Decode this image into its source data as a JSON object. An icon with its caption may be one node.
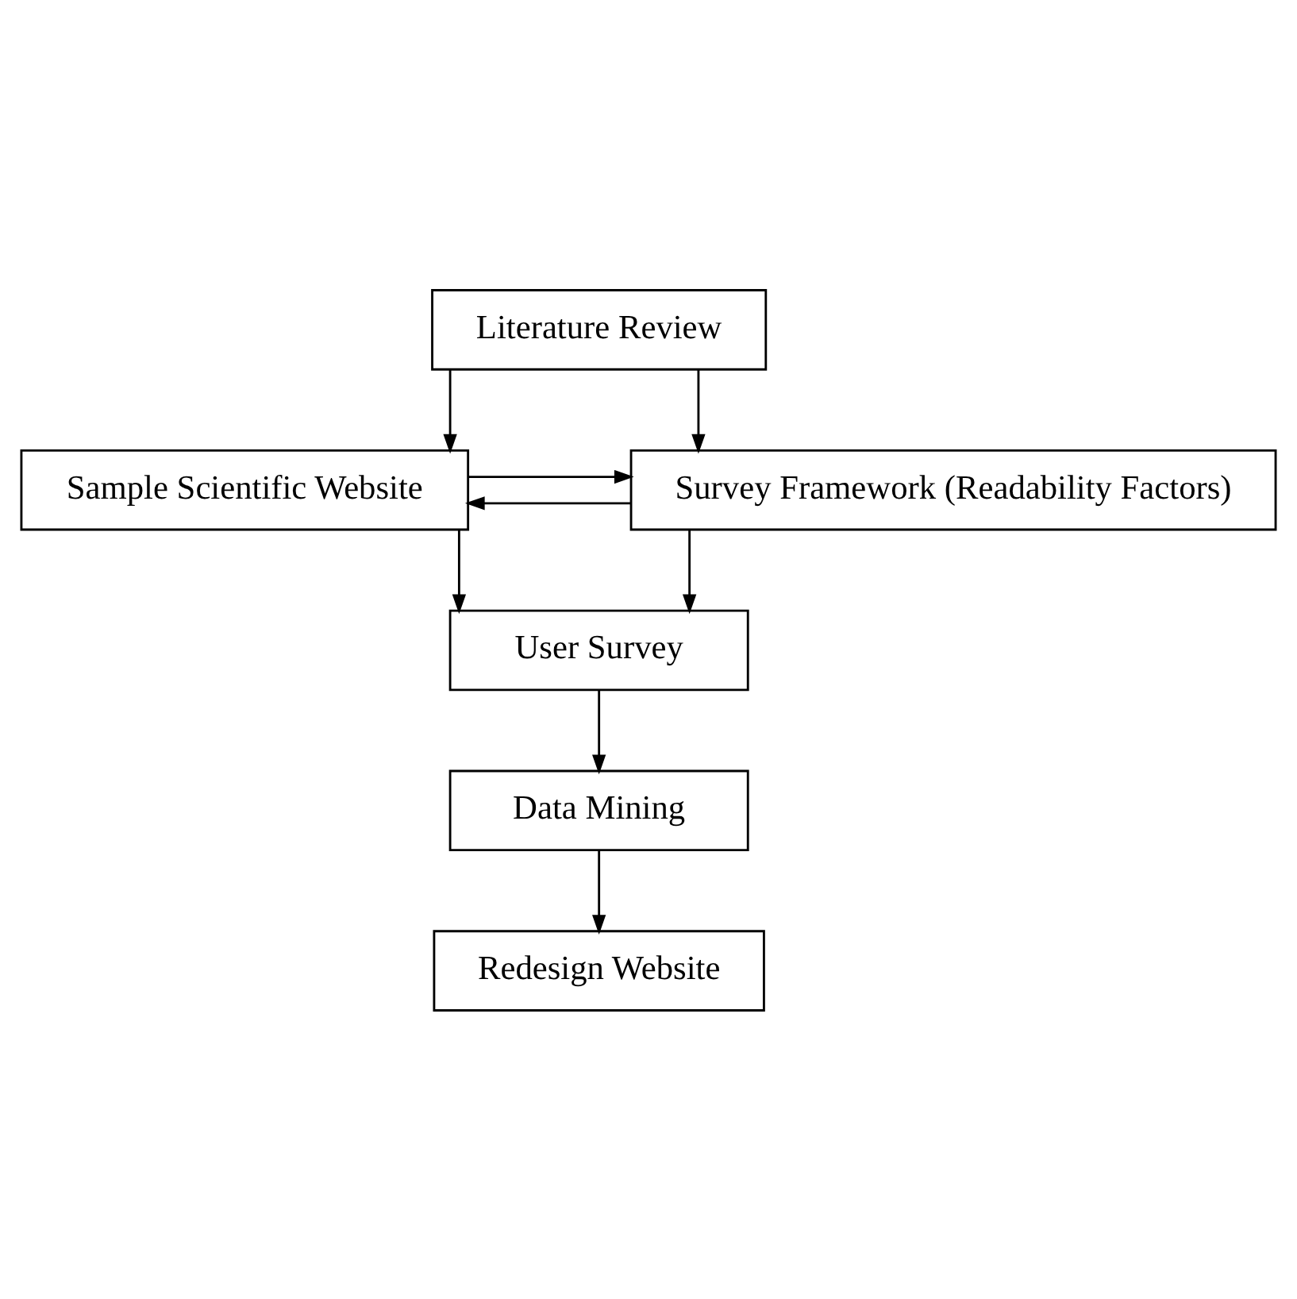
{
  "diagram": {
    "nodes": [
      {
        "text": [
          "Literature Review"
        ]
      },
      {
        "text": [
          "Sample Scientific Website"
        ]
      },
      {
        "text": [
          "Survey Framework (Readability Factors)"
        ]
      },
      {
        "text": [
          "User Survey"
        ]
      },
      {
        "text": [
          "Data Mining"
        ]
      },
      {
        "text": [
          "Redesign Website"
        ]
      }
    ],
    "edges": [
      {
        "from": 0,
        "to": 1,
        "arrow": "to"
      },
      {
        "from": 0,
        "to": 2,
        "arrow": "to"
      },
      {
        "from": 1,
        "to": 2,
        "arrow": "to"
      },
      {
        "from": 2,
        "to": 1,
        "arrow": "to"
      },
      {
        "from": 1,
        "to": 3,
        "arrow": "to"
      },
      {
        "from": 2,
        "to": 3,
        "arrow": "to"
      },
      {
        "from": 3,
        "to": 4,
        "arrow": "to"
      },
      {
        "from": 4,
        "to": 5,
        "arrow": "to"
      }
    ]
  }
}
